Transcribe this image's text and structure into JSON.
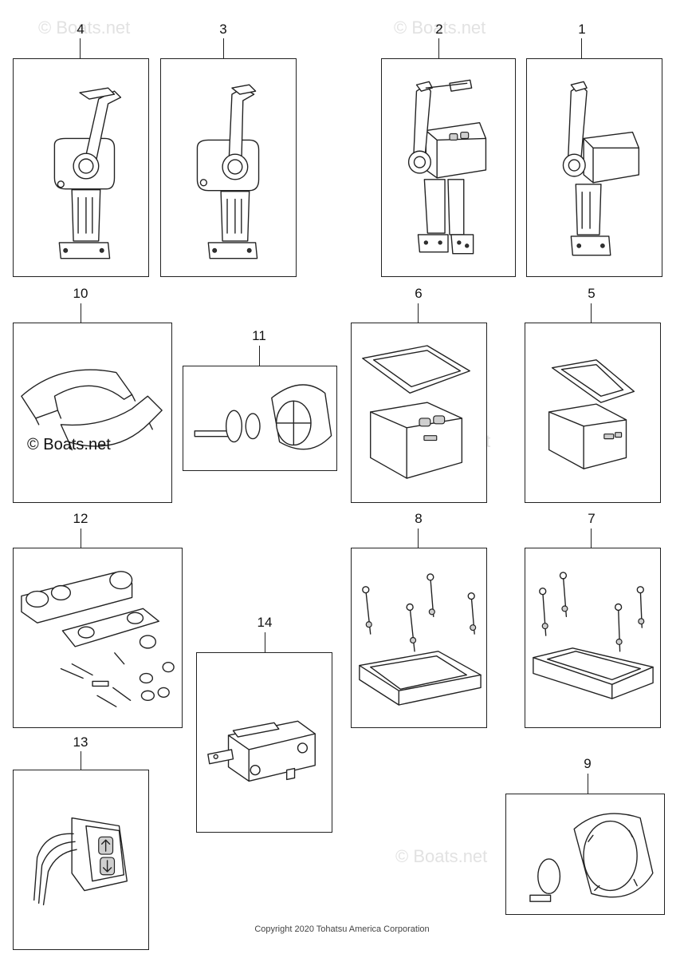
{
  "callouts": {
    "c1": "1",
    "c2": "2",
    "c3": "3",
    "c4": "4",
    "c5": "5",
    "c6": "6",
    "c7": "7",
    "c8": "8",
    "c9": "9",
    "c10": "10",
    "c11": "11",
    "c12": "12",
    "c13": "13",
    "c14": "14"
  },
  "watermark": "© Boats.net",
  "copyright": "Copyright 2020 Tohatsu America Corporation"
}
